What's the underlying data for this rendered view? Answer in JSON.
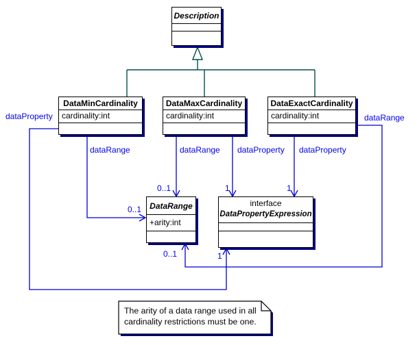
{
  "diagram": {
    "colors": {
      "association_line": "#0000d0",
      "edge_label": "#0000ee",
      "generalization_line": "#064c4c",
      "box_shadow": "#000080",
      "box_border": "#000000",
      "background": "#ffffff"
    },
    "classes": {
      "description": {
        "name": "Description"
      },
      "dataMin": {
        "name": "DataMinCardinality",
        "attribute": "cardinality:int"
      },
      "dataMax": {
        "name": "DataMaxCardinality",
        "attribute": "cardinality:int"
      },
      "dataExact": {
        "name": "DataExactCardinality",
        "attribute": "cardinality:int"
      },
      "dataRange": {
        "name": "DataRange",
        "attribute": "+arity:int"
      },
      "dpe": {
        "stereotype": "interface",
        "name": "DataPropertyExpression"
      }
    },
    "edges": {
      "minDataRange": {
        "label": "dataRange",
        "multiplicity": "0..1"
      },
      "minDataProperty": {
        "label": "dataProperty",
        "multiplicity": "1"
      },
      "maxDataRange": {
        "label": "dataRange",
        "multiplicity": "0..1"
      },
      "maxDataProperty": {
        "label": "dataProperty",
        "multiplicity": "1"
      },
      "exactDataProperty": {
        "label": "dataProperty",
        "multiplicity": "1"
      },
      "exactDataRange": {
        "label": "dataRange",
        "multiplicity": "0..1"
      }
    },
    "note": {
      "line1": "The arity of a data range used in all",
      "line2": "cardinality restrictions must be one."
    }
  }
}
